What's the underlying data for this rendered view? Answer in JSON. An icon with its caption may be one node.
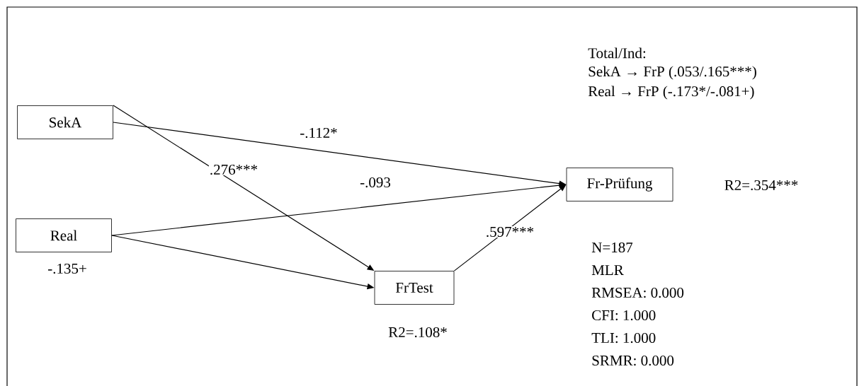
{
  "diagram": {
    "nodes": [
      {
        "text": [
          "SekA"
        ]
      },
      {
        "text": [
          "Fr-Prüfung"
        ],
        "beside": [
          "R2=.354***"
        ]
      },
      {
        "text": [
          "Real"
        ]
      },
      {
        "text": [
          "FrTest"
        ],
        "beside": [
          "R2=.108*"
        ]
      }
    ],
    "edges": [
      {
        "from": 0,
        "to": 1,
        "arrow": "to",
        "label": "-.112*"
      },
      {
        "from": 0,
        "to": 3,
        "arrow": "to",
        "label": ".276***"
      },
      {
        "from": 2,
        "to": 1,
        "arrow": "to",
        "label": "-.093"
      },
      {
        "from": 2,
        "to": 3,
        "arrow": "to",
        "label": "-.135+"
      },
      {
        "from": 3,
        "to": 1,
        "arrow": "to",
        "label": ".597***"
      }
    ],
    "labels": [
      "Total/Ind:",
      "SekA → FrP (.053/.165***)",
      "Real → FrP (-.173*/-.081+)",
      "N=187",
      "MLR",
      "RMSEA: 0.000",
      "CFI: 1.000",
      "TLI: 1.000",
      "SRMR: 0.000"
    ]
  }
}
